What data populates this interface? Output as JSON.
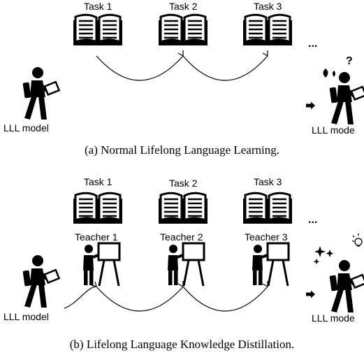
{
  "panel_a": {
    "tasks": [
      "Task 1",
      "Task 2",
      "Task 3"
    ],
    "ellipsis": "...",
    "start_model": "LLL model",
    "end_model": "LLL mode",
    "end_marks": "?",
    "caption": "(a) Normal Lifelong Language Learning."
  },
  "panel_b": {
    "tasks": [
      "Task 1",
      "Task 2",
      "Task 3"
    ],
    "teachers": [
      "Teacher 1",
      "Teacher 2",
      "Teacher 3"
    ],
    "ellipsis": "...",
    "start_model": "LLL model",
    "end_model": "LLL mode",
    "caption": "(b) Lifelong Language Knowledge Distillation."
  },
  "colors": {
    "ink": "#000000",
    "background": "#ffffff"
  },
  "icons": [
    "book-icon",
    "student-walking-icon",
    "teacher-board-icon",
    "arrow-right-icon",
    "sweat-drop-icon",
    "sparkle-icon",
    "lightbulb-icon"
  ]
}
